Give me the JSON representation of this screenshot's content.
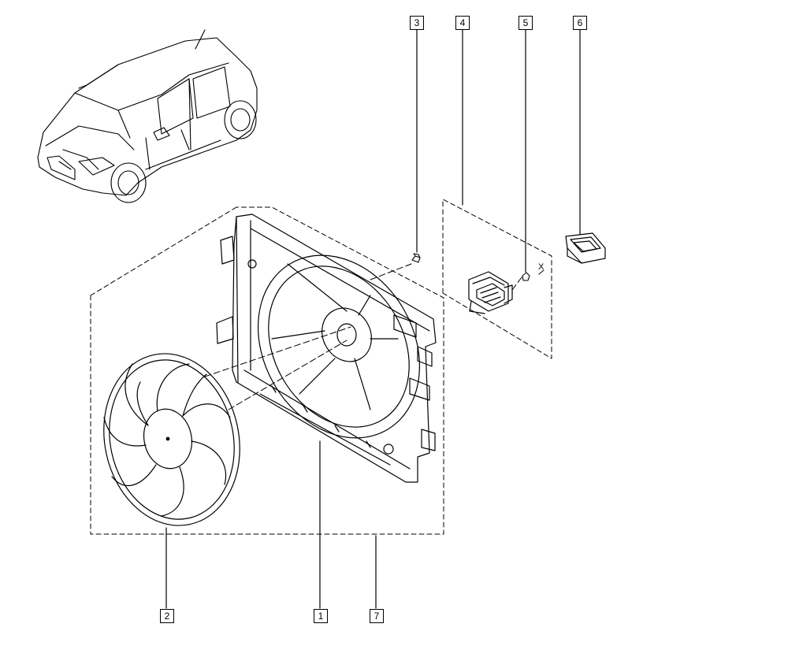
{
  "diagram": {
    "callouts": [
      {
        "id": "1",
        "label": "1"
      },
      {
        "id": "2",
        "label": "2"
      },
      {
        "id": "3",
        "label": "3"
      },
      {
        "id": "4",
        "label": "4"
      },
      {
        "id": "5",
        "label": "5"
      },
      {
        "id": "6",
        "label": "6"
      },
      {
        "id": "7",
        "label": "7"
      }
    ],
    "marker_x": "X"
  },
  "colors": {
    "line": "#000000",
    "background": "#ffffff"
  },
  "icons": [
    "car-icon",
    "fan-icon",
    "fan-shroud-icon",
    "screw-icon",
    "resistor-module-icon",
    "clip-icon",
    "connector-icon"
  ]
}
